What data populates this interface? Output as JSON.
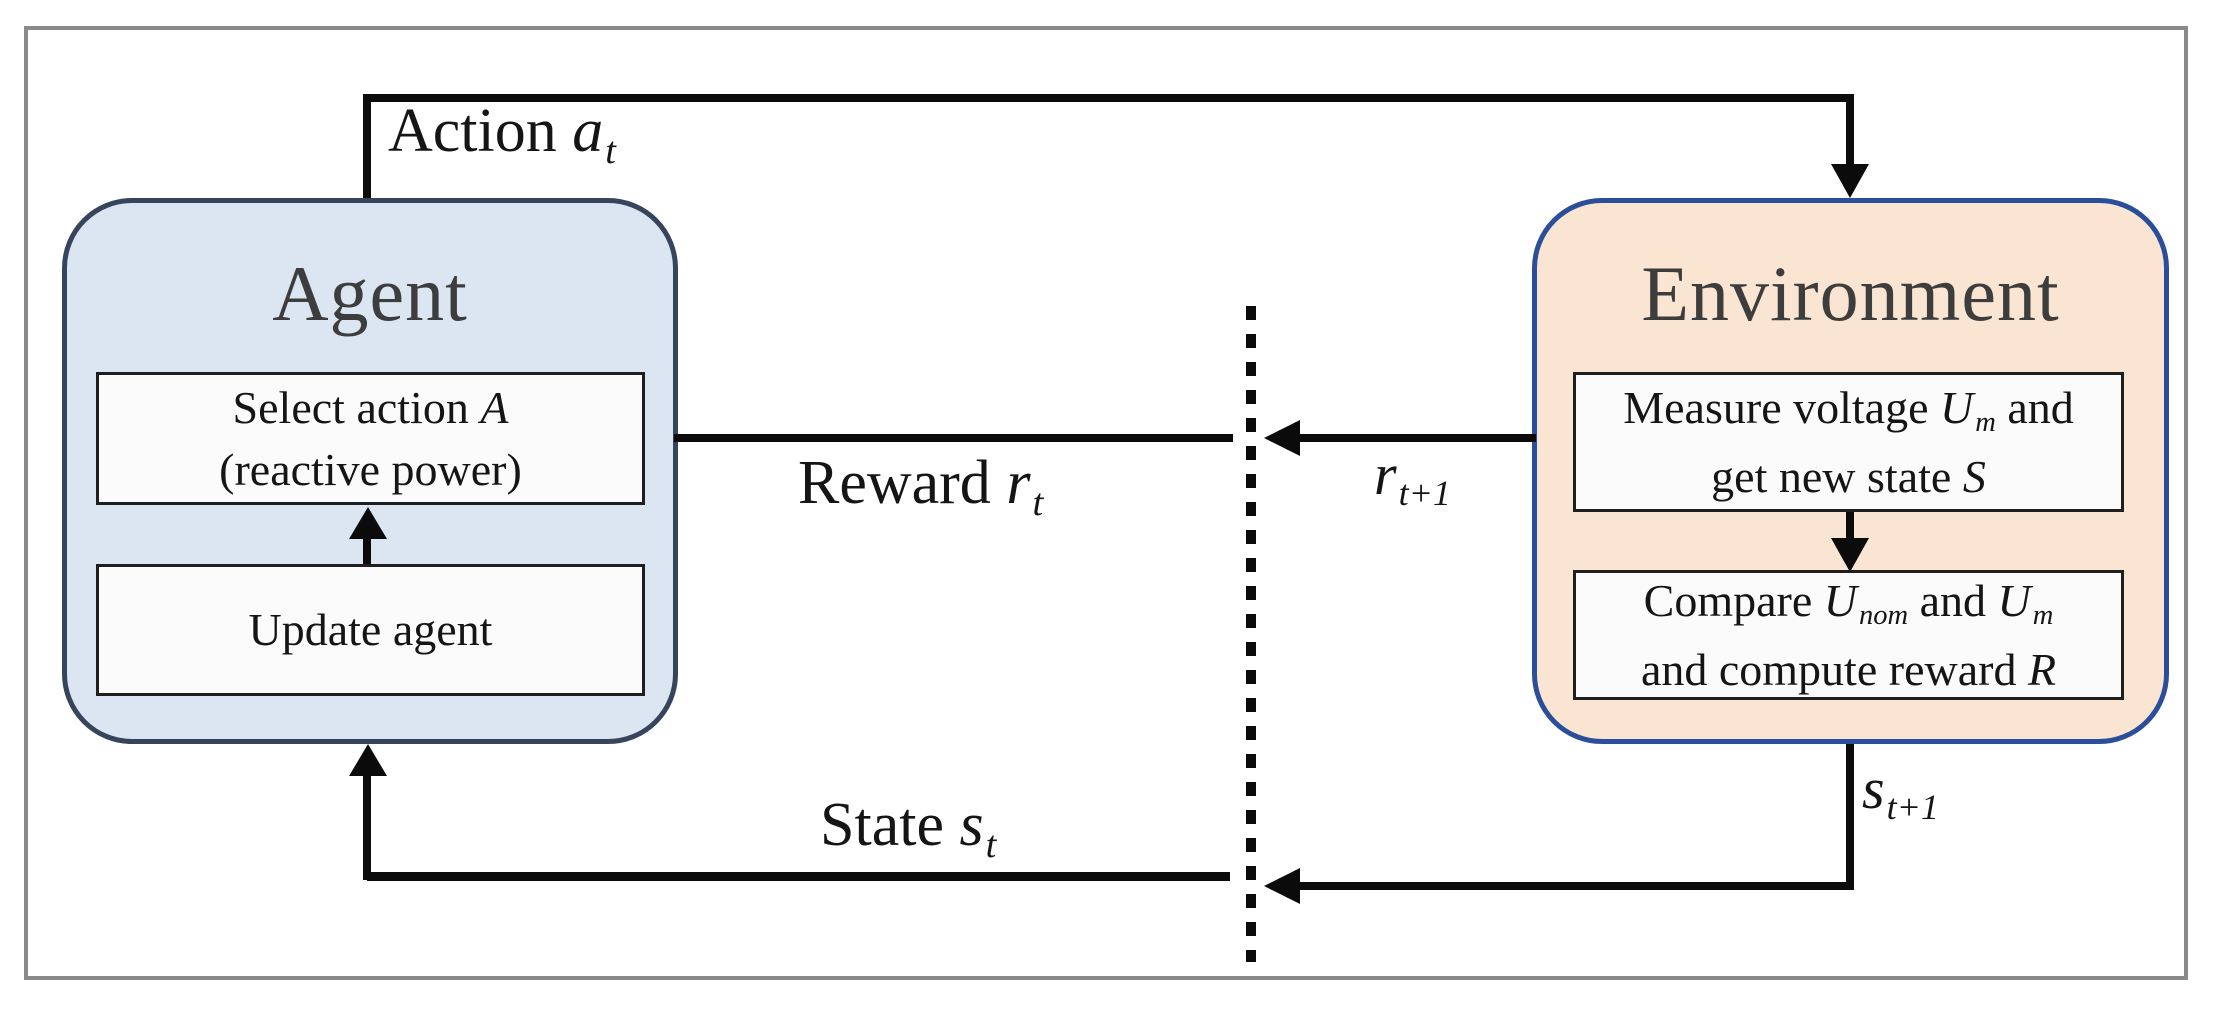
{
  "figure_type": "reinforcement-learning-loop-diagram",
  "agent": {
    "title": "Agent",
    "select_box": {
      "line1_text": "Select action ",
      "line1_var": "A",
      "line2": "(reactive power)"
    },
    "update_box": {
      "text": "Update agent"
    }
  },
  "environment": {
    "title": "Environment",
    "measure_box": {
      "l1a": "Measure voltage ",
      "l1var": "U",
      "l1sub": "m",
      "l1b": " and",
      "l2a": "get new state ",
      "l2var": "S"
    },
    "compare_box": {
      "l1a": "Compare ",
      "l1var1": "U",
      "l1sub1": "nom",
      "l1b": " and ",
      "l1var2": "U",
      "l1sub2": "m",
      "l2a": "and compute reward ",
      "l2var": "R"
    }
  },
  "labels": {
    "action": {
      "word": "Action ",
      "var": "a",
      "sub": "t"
    },
    "reward": {
      "word": "Reward ",
      "var": "r",
      "sub": "t"
    },
    "state": {
      "word": "State ",
      "var": "s",
      "sub": "t"
    },
    "reward_next": {
      "var": "r",
      "sub": "t+1"
    },
    "state_next": {
      "var": "s",
      "sub": "t+1"
    }
  },
  "colors": {
    "agent_fill": "#dce6f2",
    "agent_border": "#36455c",
    "env_fill": "#fae5d3",
    "env_border": "#2b4e9b",
    "inner_fill": "#fbfbfb",
    "inner_border": "#1f1f1f",
    "line_color": "#0b0b0b",
    "frame_border": "#8a8a8a",
    "title_color": "#3d3d3d",
    "text_color": "#151515",
    "page_bg": "#ffffff"
  }
}
